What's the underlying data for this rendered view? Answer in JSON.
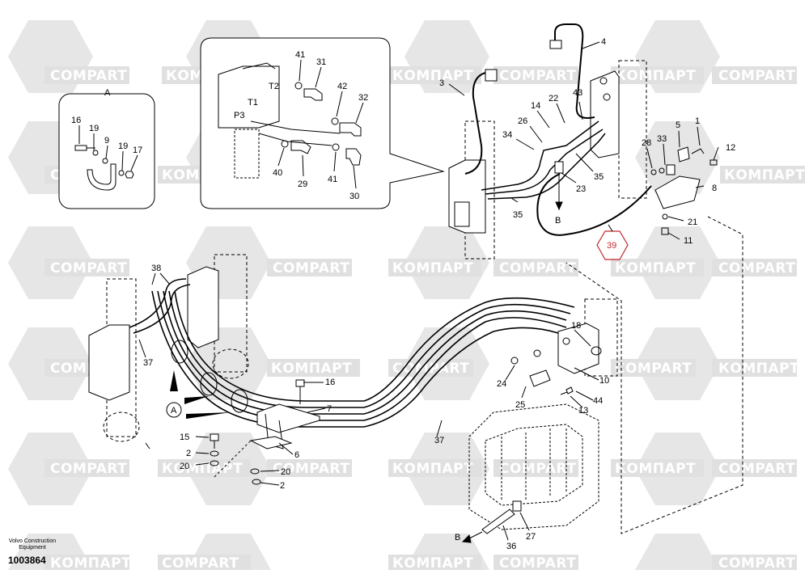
{
  "watermark": {
    "latin": "COMPART",
    "cyrillic": "КОМПАРТ"
  },
  "colors": {
    "line": "#000000",
    "watermark_shape": "#e4e4e4",
    "highlight": "#c0282f"
  },
  "detail_callout": "A",
  "section_callout": "A",
  "direction_marker": "B",
  "highlighted_part": "39",
  "footer": {
    "company_line1": "Volvo Construction",
    "company_line2": "Equipment",
    "doc_number": "1003864"
  },
  "labels": {
    "l1": "1",
    "l2a": "2",
    "l2b": "2",
    "l3": "3",
    "l4": "4",
    "l5": "5",
    "l6": "6",
    "l7": "7",
    "l8": "8",
    "l9": "9",
    "l10": "10",
    "l11": "11",
    "l12": "12",
    "l13": "13",
    "l14": "14",
    "l15": "15",
    "l16a": "16",
    "l16b": "16",
    "l17": "17",
    "l18": "18",
    "l19a": "19",
    "l19b": "19",
    "l20a": "20",
    "l20b": "20",
    "l21": "21",
    "l22": "22",
    "l23": "23",
    "l24": "24",
    "l25": "25",
    "l26": "26",
    "l27": "27",
    "l28": "28",
    "l29": "29",
    "l30": "30",
    "l31": "31",
    "l32": "32",
    "l33": "33",
    "l34": "34",
    "l35a": "35",
    "l35b": "35",
    "l36": "36",
    "l37a": "37",
    "l37b": "37",
    "l38": "38",
    "l40": "40",
    "l41a": "41",
    "l41b": "41",
    "l42": "42",
    "l43": "43",
    "l44": "44",
    "lP3": "P3",
    "lT2": "T2",
    "lT1": "T1"
  }
}
